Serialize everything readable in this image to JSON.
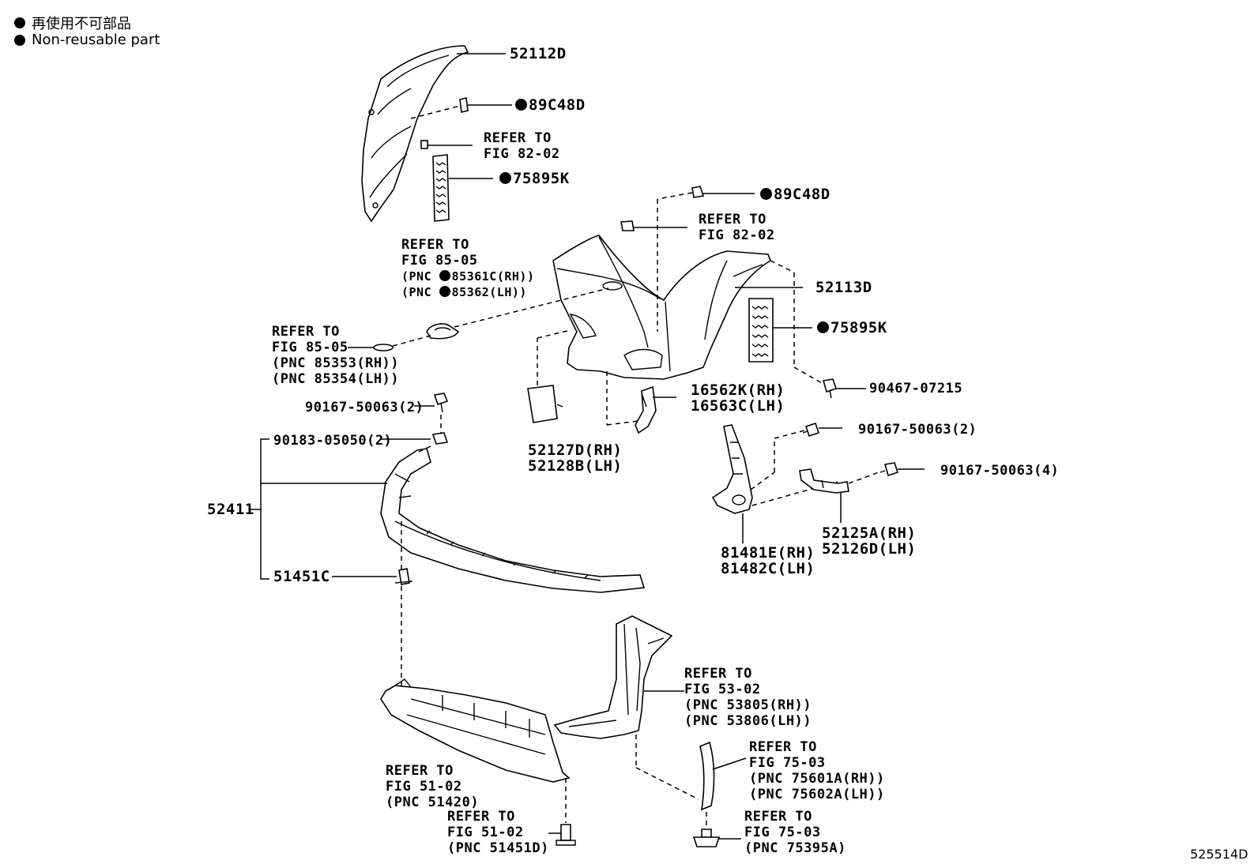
{
  "legend": {
    "jp": "再使用不可部品",
    "en": "Non-reusable part"
  },
  "diagram_id": "525514D",
  "parts": {
    "p52112D": "52112D",
    "p89C48D_top": "89C48D",
    "p89C48D_mid": "89C48D",
    "p75895K_top": "75895K",
    "p75895K_right": "75895K",
    "p52113D": "52113D",
    "p90467": "90467-07215",
    "p16562K": "16562K(RH)",
    "p16563C": "16563C(LH)",
    "p90167_a": "90167-50063(2)",
    "p90167_b": "90167-50063(2)",
    "p90167_c": "90167-50063(4)",
    "p90183": "90183-05050(2)",
    "p52411": "52411",
    "p51451C": "51451C",
    "p52127D": "52127D(RH)",
    "p52128B": "52128B(LH)",
    "p52125A": "52125A(RH)",
    "p52126D": "52126D(LH)",
    "p81481E": "81481E(RH)",
    "p81482C": "81482C(LH)"
  },
  "refs": {
    "r8202a": [
      "REFER TO",
      "FIG 82-02"
    ],
    "r8202b": [
      "REFER TO",
      "FIG 82-02"
    ],
    "r8505a": [
      "REFER TO",
      "FIG 85-05",
      "(PNC ",
      "85361C(RH))",
      "(PNC ",
      "85362(LH))"
    ],
    "r8505b": [
      "REFER TO",
      "FIG 85-05",
      "(PNC 85353(RH))",
      "(PNC 85354(LH))"
    ],
    "r5302": [
      "REFER TO",
      "FIG 53-02",
      "(PNC 53805(RH))",
      "(PNC 53806(LH))"
    ],
    "r7503a": [
      "REFER TO",
      "FIG 75-03",
      "(PNC 75601A(RH))",
      "(PNC 75602A(LH))"
    ],
    "r5102a": [
      "REFER TO",
      "FIG 51-02",
      "(PNC 51420)"
    ],
    "r5102b": [
      "REFER TO",
      "FIG 51-02",
      "(PNC 51451D)"
    ],
    "r7503b": [
      "REFER TO",
      "FIG 75-03",
      "(PNC 75395A)"
    ]
  }
}
